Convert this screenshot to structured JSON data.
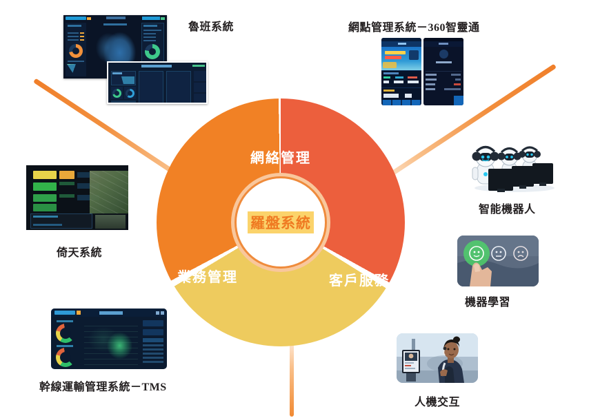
{
  "diagram": {
    "hub_label": "羅盤系統",
    "segments": [
      {
        "id": "network",
        "label": "網絡管理",
        "color": "#ec5f3d"
      },
      {
        "id": "customer",
        "label": "客戶服務",
        "color": "#eecb5e"
      },
      {
        "id": "business",
        "label": "業務管理",
        "color": "#f18125"
      }
    ],
    "hub_text_color": "#ef7a22",
    "hub_highlight_color": "#fbd36b",
    "connector_color": "#f18a33"
  },
  "captions": {
    "luban": "魯班系統",
    "branch_360": "網點管理系統－360智靈通",
    "yitian": "倚天系統",
    "tms": "幹線運輸管理系統－TMS",
    "robot": "智能機器人",
    "machine_learning": "機器學習",
    "human_machine": "人機交互"
  },
  "thumbnails": [
    {
      "id": "luban-map-dashboard",
      "kind": "dark-bi-dashboard-china-map"
    },
    {
      "id": "luban-table-dashboard",
      "kind": "dark-bi-dashboard-table"
    },
    {
      "id": "app-home-screen",
      "kind": "mobile-app-light-blue"
    },
    {
      "id": "app-detail-screen",
      "kind": "mobile-app-dark"
    },
    {
      "id": "yitian-monitor-wall",
      "kind": "control-room-screens"
    },
    {
      "id": "tms-dashboard",
      "kind": "dark-gauge-map-dashboard"
    },
    {
      "id": "service-robots",
      "kind": "robots-at-monitors"
    },
    {
      "id": "satisfaction-rating",
      "kind": "hand-touching-smiley-faces"
    },
    {
      "id": "kiosk-attendant",
      "kind": "woman-with-headset-at-terminal"
    }
  ]
}
